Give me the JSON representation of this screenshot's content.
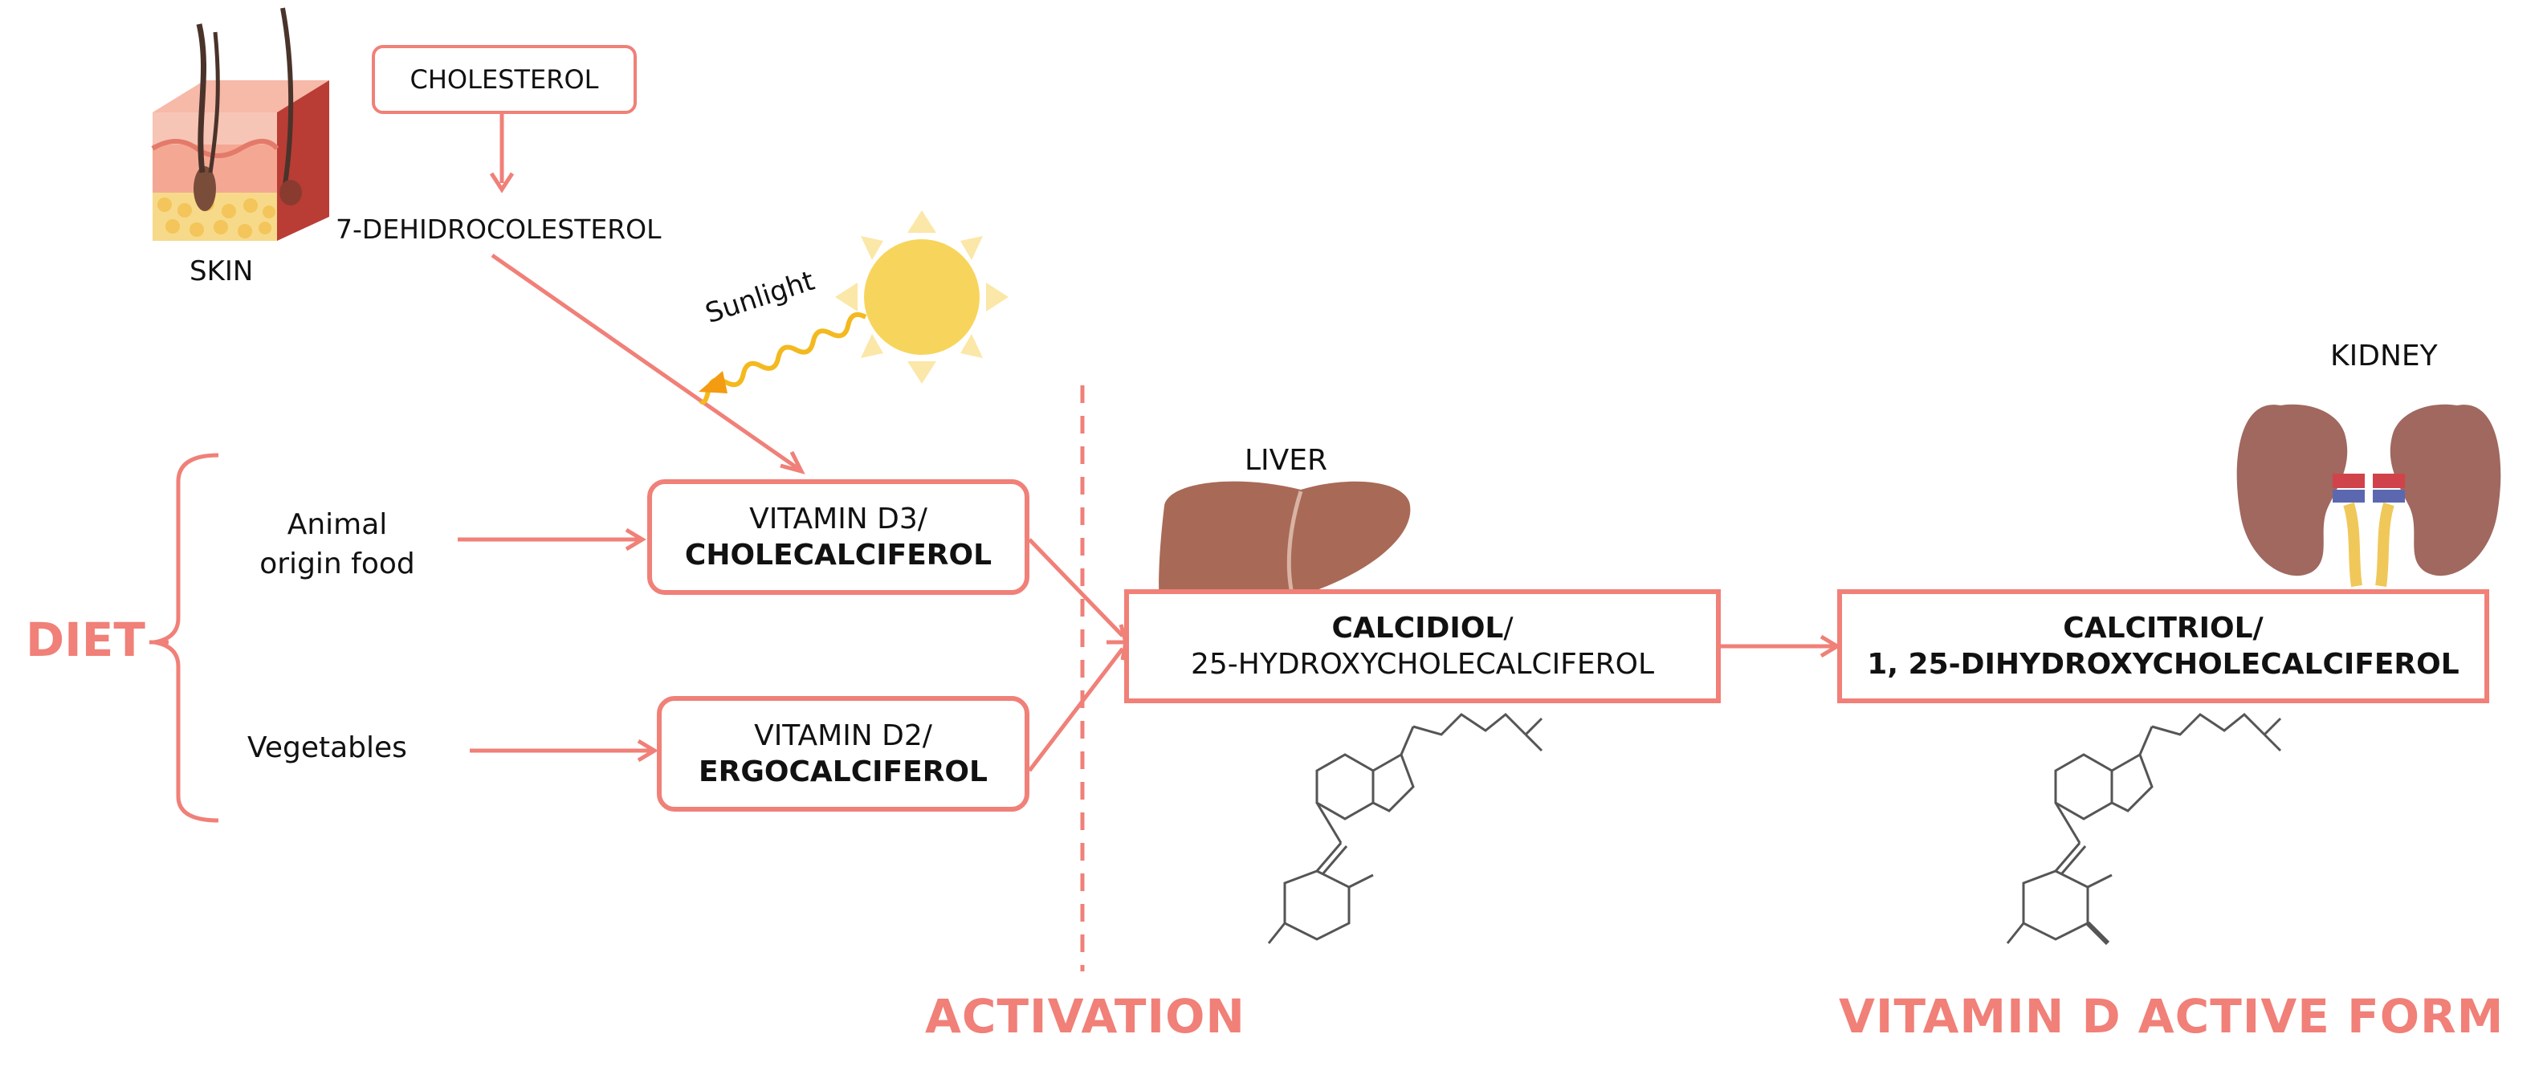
{
  "colors": {
    "accent": "#f08078",
    "sun": "#f7d55c",
    "liver": "#a86a56",
    "kidney": "#a0685f"
  },
  "skin": {
    "label": "SKIN",
    "icon": "skin-cross-section-icon"
  },
  "cholesterol": {
    "label": "CHOLESTEROL"
  },
  "dehydro": {
    "label": "7-DEHIDROCOLESTEROL"
  },
  "sunlight": {
    "label": "Sunlight",
    "icon": "sun-icon"
  },
  "diet": {
    "label": "DIET",
    "sources": [
      {
        "label_lines": [
          "Animal",
          "origin food"
        ]
      },
      {
        "label": "Vegetables"
      }
    ]
  },
  "vitamin_d3": {
    "line1": "VITAMIN D3/",
    "line2": "CHOLECALCIFEROL"
  },
  "vitamin_d2": {
    "line1": "VITAMIN D2/",
    "line2": "ERGOCALCIFEROL"
  },
  "liver": {
    "label": "LIVER",
    "icon": "liver-icon"
  },
  "kidney": {
    "label": "KIDNEY",
    "icon": "kidneys-icon"
  },
  "calcidiol": {
    "line1": "CALCIDIOL",
    "line1_suffix": "/",
    "line2": "25-HYDROXYCHOLECALCIFEROL",
    "structure_icon": "calcidiol-structure-icon"
  },
  "calcitriol": {
    "line1": "CALCITRIOL/",
    "line2": "1, 25-DIHYDROXYCHOLECALCIFEROL",
    "structure_icon": "calcitriol-structure-icon"
  },
  "sections": {
    "activation": "ACTIVATION",
    "active_form": "VITAMIN D ACTIVE FORM"
  }
}
